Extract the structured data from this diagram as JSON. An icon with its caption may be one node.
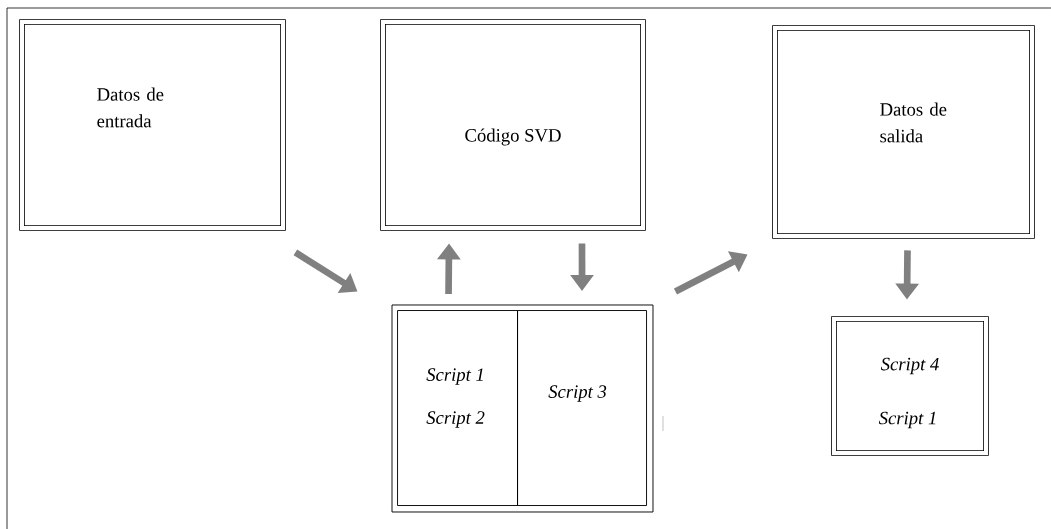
{
  "diagram": {
    "nodes": [
      {
        "text": [
          "Datos de entrada"
        ]
      },
      {
        "text": [
          "Código SVD"
        ]
      },
      {
        "text": [
          "Datos de salida"
        ]
      },
      {
        "text": [],
        "shape": "box"
      },
      {
        "text": [
          "Script 1",
          "Script 2"
        ],
        "in": 3
      },
      {
        "text": [
          "Script 3"
        ],
        "in": 3
      },
      {
        "text": [
          "Script 4",
          "Script 1"
        ]
      }
    ],
    "edges": [
      {
        "from": 0,
        "to": 3,
        "arrow": "to"
      },
      {
        "from": 4,
        "to": 1,
        "arrow": "to"
      },
      {
        "from": 1,
        "to": 5,
        "arrow": "to"
      },
      {
        "from": 3,
        "to": 2,
        "arrow": "to"
      },
      {
        "from": 2,
        "to": 6,
        "arrow": "to"
      }
    ]
  }
}
